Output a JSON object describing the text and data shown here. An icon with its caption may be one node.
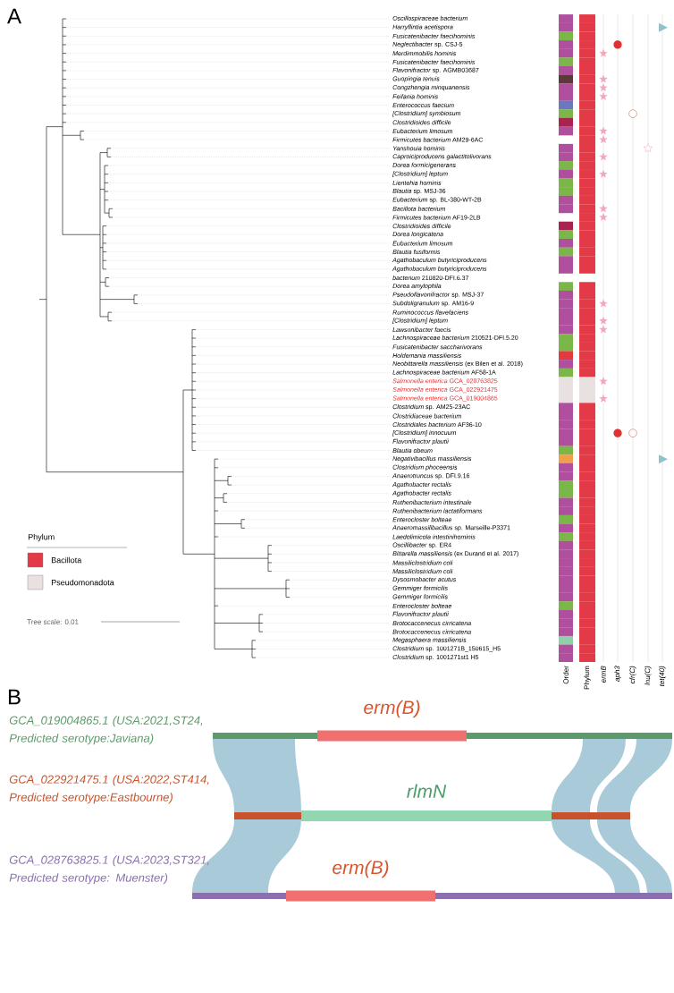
{
  "diagram": {
    "nodes": [
      {
        "text": [
          "erm(B)"
        ]
      },
      {
        "text": [
          "rlmN"
        ]
      },
      {
        "text": [
          "erm(B)"
        ]
      }
    ],
    "labels": [
      "A",
      "Oscillospiraceae bacterium",
      "Harryflintia acetispora",
      "Fusicatenibacter faecihominis",
      "*Neglectibacter* sp. CSJ-5",
      "Merdimmobilis hominis",
      "Fusicatenibacter faecihominis",
      "*Flavonifractor* sp. AGMB03687",
      "Guopingia tenuis",
      "Congzhengia minquanensis",
      "Feifania hominis",
      "Enterococcus faecium",
      "[Clostridium] symbiosum",
      "Clostridioides difficile",
      "Eubacterium limosum",
      "*Firmicutes bacterium* AM29-6AC",
      "Yanshouia hominis",
      "Caproiciproducens galactitolivorans",
      "Dorea formicigenerans",
      "[Clostridium] leptum",
      "Lientehia hominis",
      "*Blautia* sp. MSJ-36",
      "*Eubacterium* sp. BL-380-WT-2B",
      "Bacillota bacterium",
      "*Firmicutes bacterium* AF19-2LB",
      "Clostridioides difficile",
      "Dorea longicatena",
      "Eubacterium limosum",
      "Blautia fusiformis",
      "Agathobaculum butyriciproducens",
      "Agathobaculum butyriciproducens",
      "*bacterium* 210820-DFI.6.37",
      "Dorea amylophila",
      "*Pseudoflavonifractor* sp. MSJ-37",
      "*Subdoligranulum* sp. AM16-9",
      "Ruminococcus flavefaciens",
      "[Clostridium] leptum",
      "Lawsonibacter faecis",
      "*Lachnospiraceae bacterium* 210521-DFI.5.20",
      "Fusicatenibacter saccharivorans",
      "Holdemania massiliensis",
      "*Neobittarella massiliensis* (ex Bilen et al. 2018)",
      "*Lachnospiraceae bacterium* AF58-1A",
      "*Salmonella enterica* GCA_028763825",
      "*Salmonella enterica* GCA_022921475",
      "*Salmonella enterica* GCA_019004865",
      "*Clostridium* sp. AM25-23AC",
      "Clostridiaceae bacterium",
      "*Clostridiales bacterium* AF36-10",
      "[Clostridium] innocuum",
      "Flavonifractor plautii",
      "Blautia obeum",
      "Negativibacillus massiliensis",
      "Clostridium phoceensis",
      "*Anaerotruncus* sp. DFI.9.16",
      "Agathobacter rectalis",
      "Agathobacter rectalis",
      "Ruthenibacterium intestinale",
      "Ruthenibacterium lactatiformans",
      "Enterocloster bolteae",
      "*Anaeromassilibacillus* sp. Marseille-P3371",
      "Laedolimicola intestinihominis",
      "*Oscillibacter* sp. ER4",
      "*Bittarella massiliensis* (ex Durand et al. 2017)",
      "Massiliclostridium coli",
      "Massiliclostridium coli",
      "Dysosmobacter acutus",
      "Gemmiger formicilis",
      "Gemmiger formicilis",
      "Enterocloster bolteae",
      "Flavonifractor plautii",
      "Brotocaccenecus cirricatena",
      "Brotocaccenecus cirricatena",
      "Megasphaera massiliensis",
      "*Clostridium* sp. 1001271B_150615_H5",
      "*Clostridium* sp. 1001271st1 H5",
      "Phylum",
      "Tree scale: 0.01",
      "Order",
      "Phylum",
      "ermB",
      "aph3",
      "cfr(C)",
      "lnu(C)",
      "tet(40)",
      "B",
      "GCA_019004865.1 (USA:2021,ST24, Predicted serotype:Javiana)",
      "GCA_022921475.1 (USA:2022,ST414, Predicted serotype:Eastbourne)",
      "GCA_028763825.1 (USA:2023,ST321, Predicted serotype: Muenster)"
    ],
    "legend": [
      {
        "text": "Bacillota",
        "color": "#e23a47"
      },
      {
        "text": "Pseudomonadota",
        "color": "#e9e0e0"
      }
    ]
  }
}
